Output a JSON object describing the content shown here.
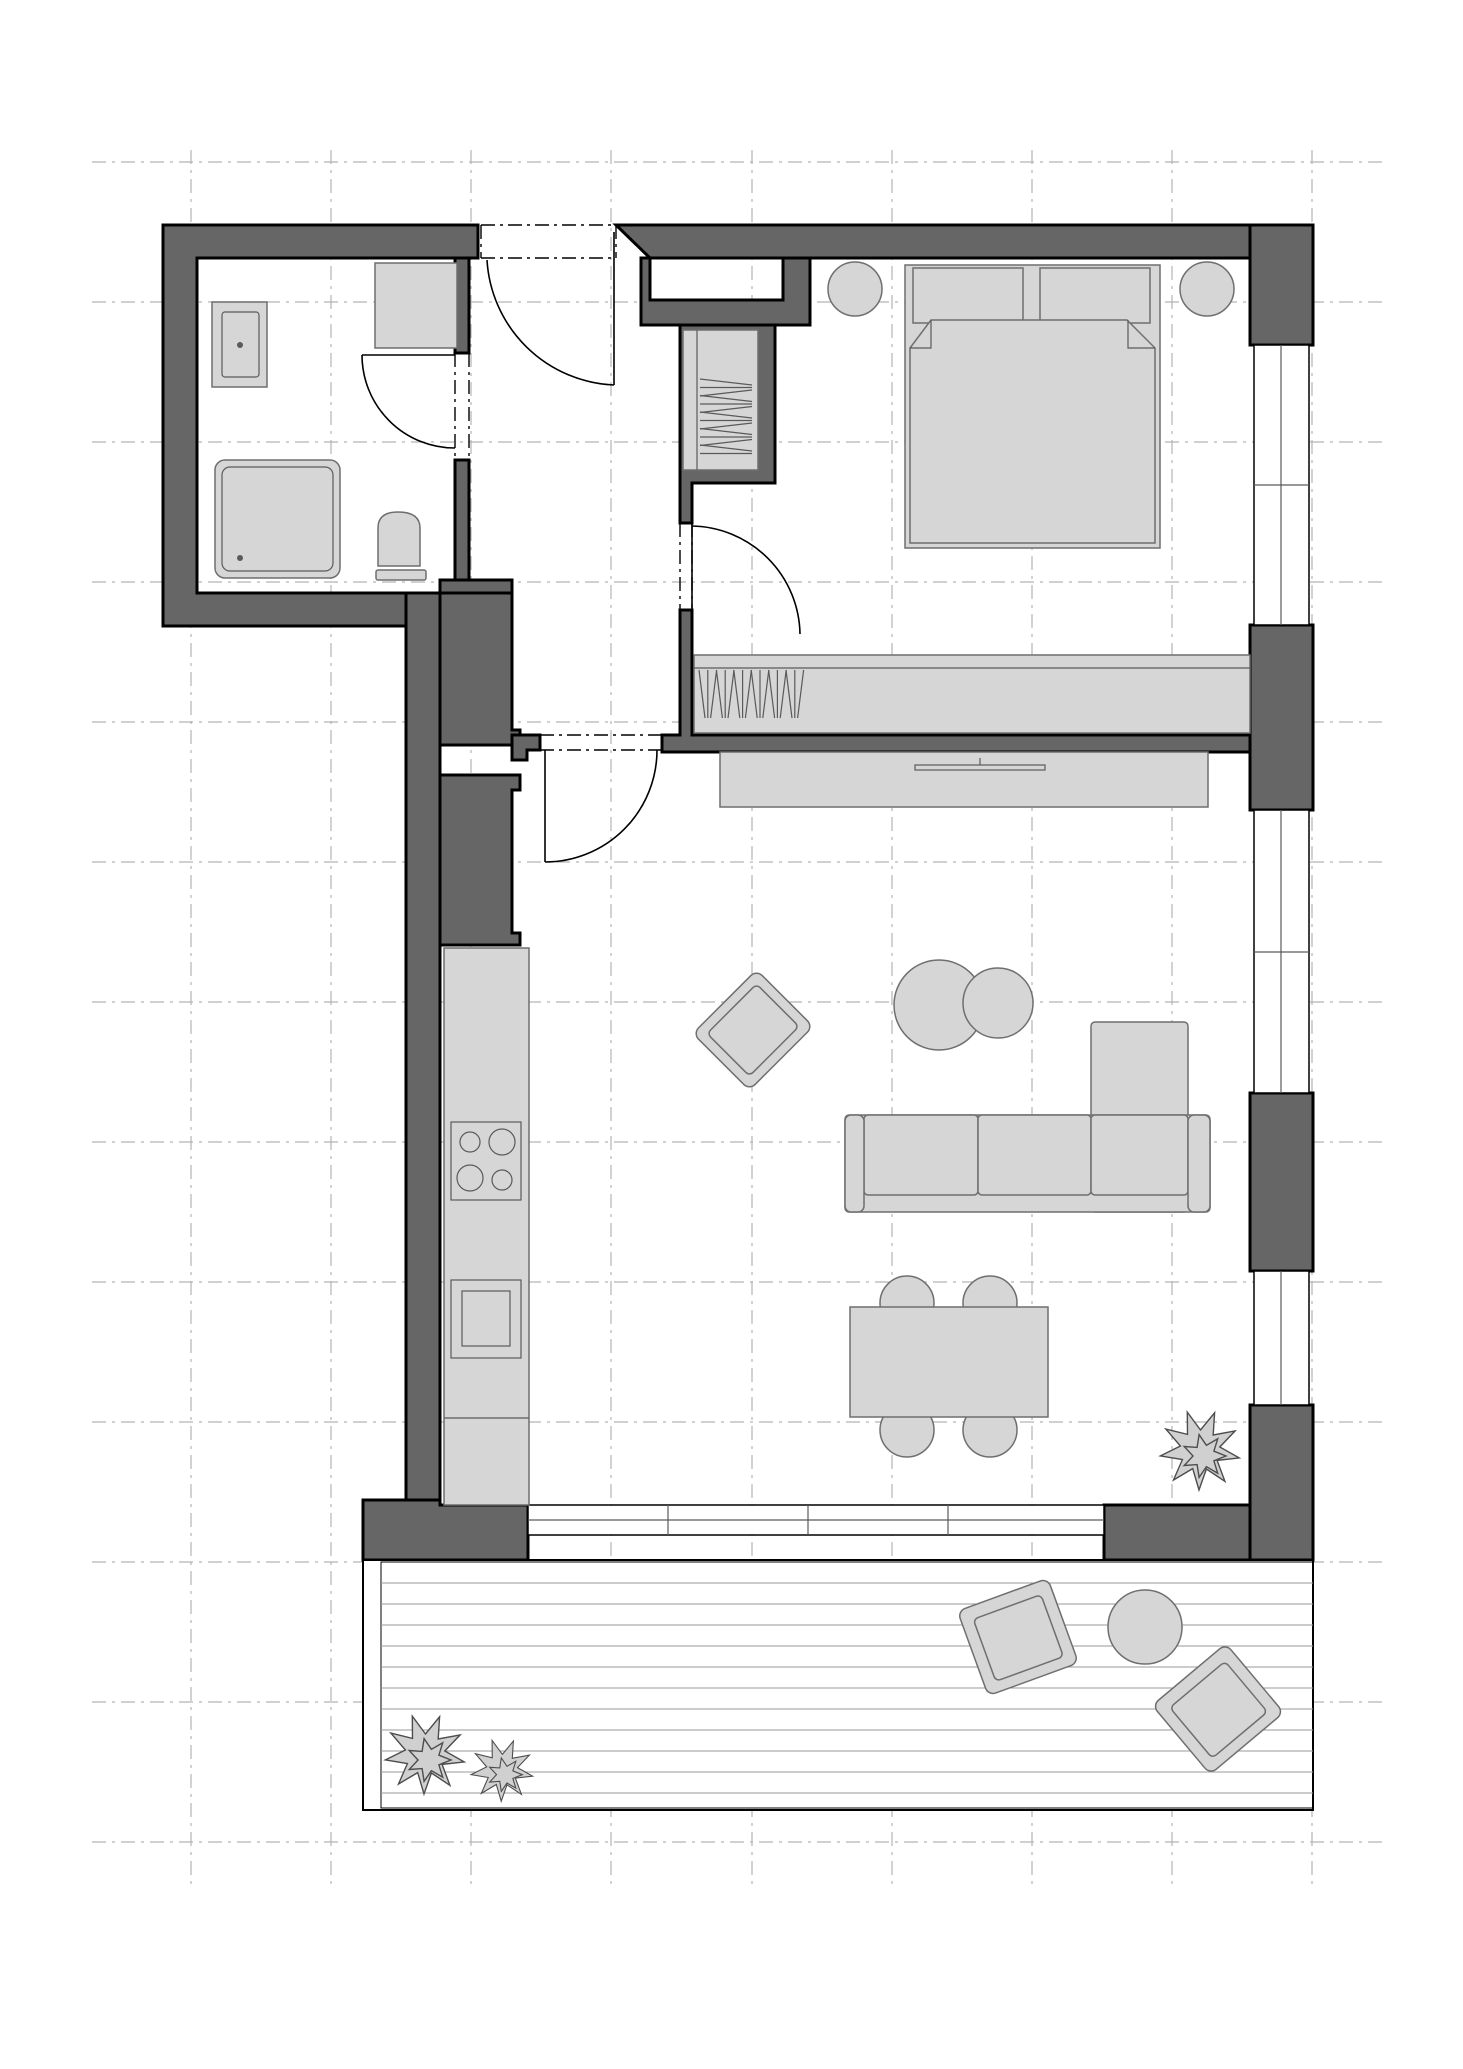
{
  "drawing": {
    "kind": "apartment-floor-plan",
    "rooms": [
      "bathroom",
      "hallway",
      "bedroom",
      "living-kitchen",
      "balcony",
      "storage"
    ],
    "colors": {
      "wall_fill": "#666666",
      "wall_outline": "#000000",
      "furniture_fill": "#d6d6d6",
      "grid_line": "#b3b3b3",
      "background": "#ffffff"
    },
    "icons": [
      "bathtub-icon",
      "sink-icon",
      "toilet-icon",
      "washer-icon",
      "bed-icon",
      "nightstand-icon",
      "wardrobe-icon",
      "tv-icon",
      "sofa-icon",
      "armchair-icon",
      "coffee-table-icon",
      "dining-table-icon",
      "chair-icon",
      "cooktop-icon",
      "kitchen-sink-icon",
      "plant-icon",
      "door-swing-icon",
      "window-icon"
    ],
    "grid": "on",
    "text_labels": []
  }
}
